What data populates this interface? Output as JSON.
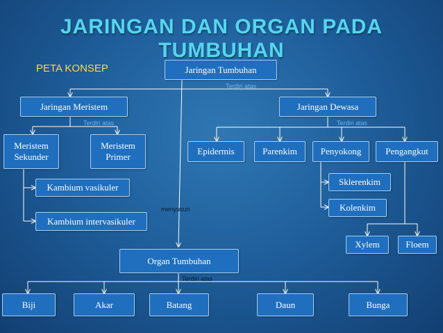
{
  "title": "JARINGAN DAN ORGAN PADA TUMBUHAN",
  "concept_label": "PETA KONSEP",
  "nodes": {
    "root": "Jaringan Tumbuhan",
    "meristem": "Jaringan Meristem",
    "dewasa": "Jaringan Dewasa",
    "meristem_sekunder": "Meristem Sekunder",
    "meristem_primer": "Meristem Primer",
    "kambium_vasikuler": "Kambium vasikuler",
    "kambium_intervasikuler": "Kambium intervasikuler",
    "epidermis": "Epidermis",
    "parenkim": "Parenkim",
    "penyokong": "Penyokong",
    "pengangkut": "Pengangkut",
    "sklerenkim": "Sklerenkim",
    "kolenkim": "Kolenkim",
    "xylem": "Xylem",
    "floem": "Floem",
    "organ": "Organ Tumbuhan",
    "biji": "Biji",
    "akar": "Akar",
    "batang": "Batang",
    "daun": "Daun",
    "bunga": "Bunga"
  },
  "connectors": {
    "root_terdiri": "Terdiri atas",
    "meristem_terdiri": "Terdiri atas",
    "dewasa_terdiri": "Terdiri atas",
    "menyusun": "menyusun",
    "organ_terdiri": "Terdiri atas"
  }
}
